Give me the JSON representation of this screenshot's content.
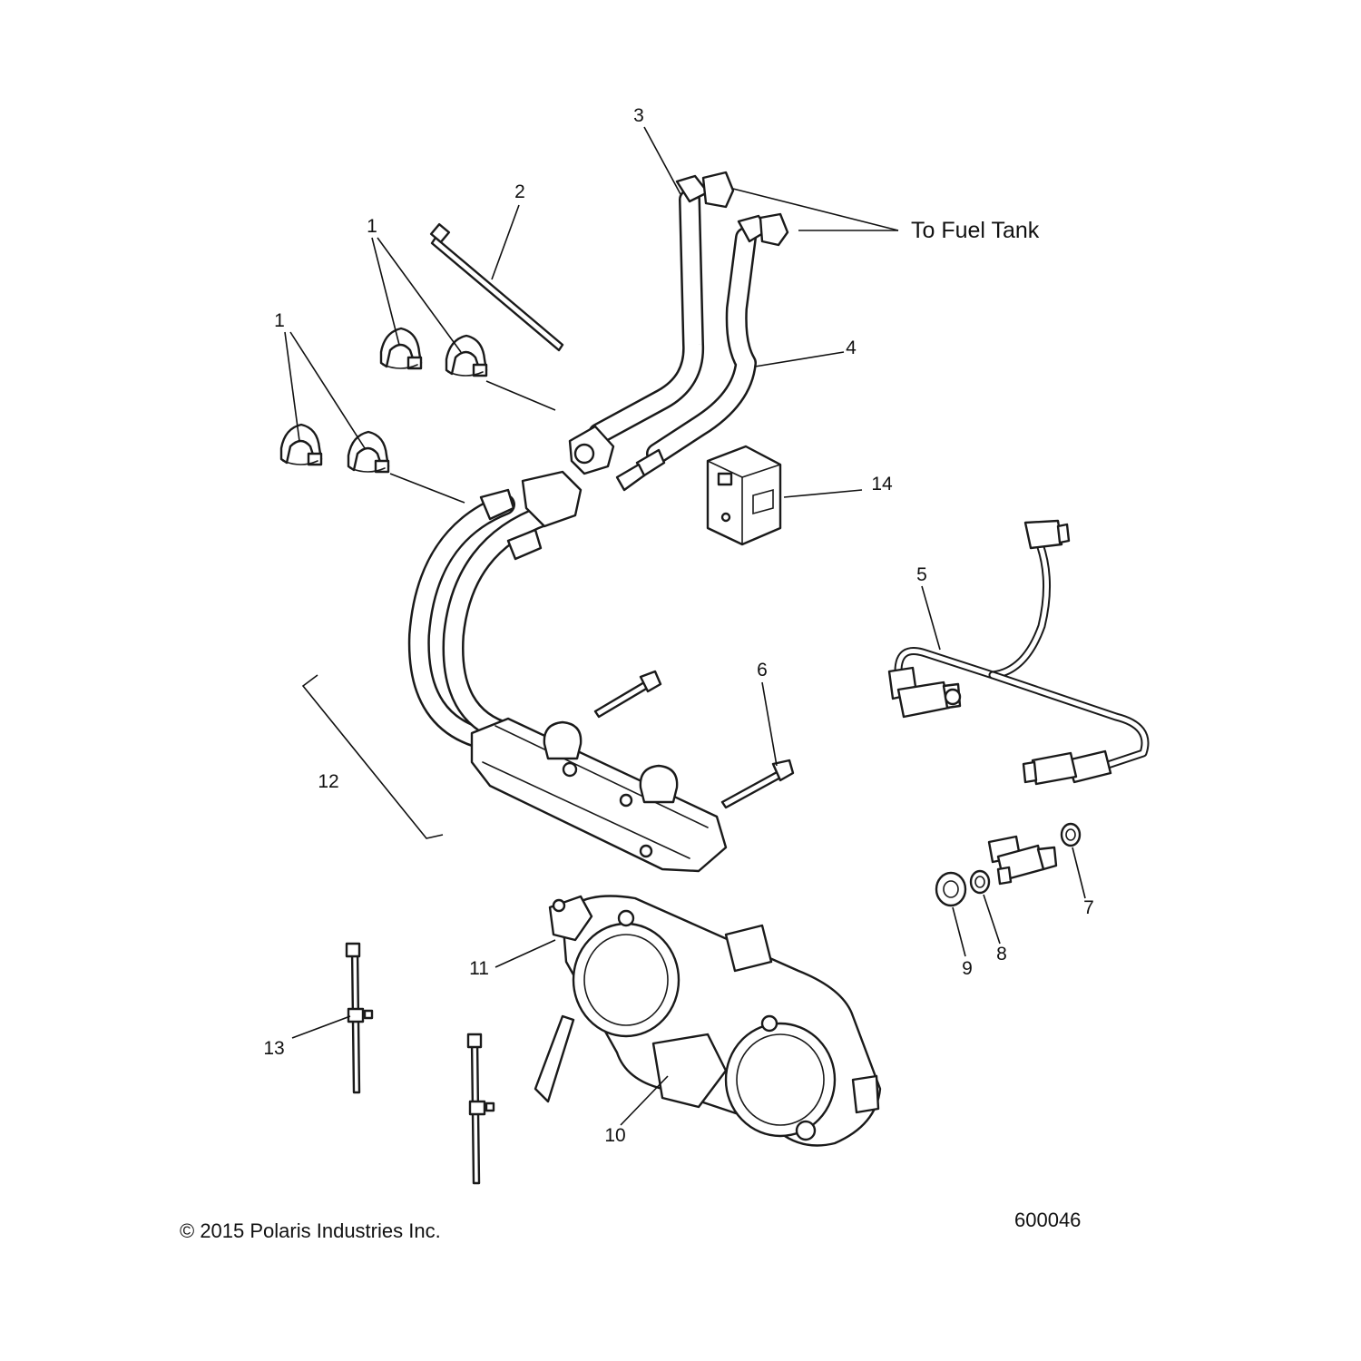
{
  "callouts": {
    "c1a": "1",
    "c1b": "1",
    "c2": "2",
    "c3": "3",
    "c4": "4",
    "c5": "5",
    "c6": "6",
    "c7": "7",
    "c8": "8",
    "c9": "9",
    "c10": "10",
    "c11": "11",
    "c12": "12",
    "c13": "13",
    "c14": "14"
  },
  "note": "To Fuel Tank",
  "footer": {
    "copyright": "© 2015 Polaris Industries Inc.",
    "figure_number": "600046"
  }
}
